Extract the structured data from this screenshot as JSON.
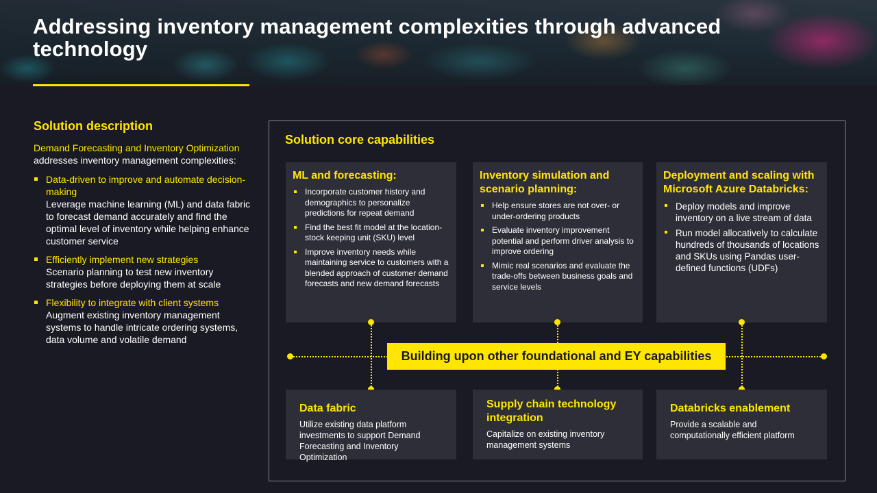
{
  "header": {
    "title": "Addressing inventory management complexities through advanced technology"
  },
  "solution": {
    "heading": "Solution description",
    "intro_highlight": "Demand Forecasting and Inventory Optimization",
    "intro_rest": " addresses inventory management complexities:",
    "items": [
      {
        "title": "Data-driven to improve and automate decision-making",
        "text": "Leverage machine learning (ML) and data fabric to forecast demand accurately and find the optimal level of inventory while helping enhance customer service"
      },
      {
        "title": "Efficiently implement new strategies",
        "text": "Scenario planning to test new inventory strategies before deploying them at scale"
      },
      {
        "title": "Flexibility to integrate with client systems",
        "text": "Augment existing inventory management systems to handle intricate ordering systems, data volume and volatile demand"
      }
    ]
  },
  "capabilities": {
    "heading": "Solution core capabilities",
    "top": [
      {
        "title": "ML and forecasting:",
        "bullets": [
          "Incorporate customer history and demographics to personalize predictions for repeat demand",
          "Find the best fit model at the location-stock keeping unit (SKU) level",
          "Improve inventory needs while maintaining service to customers with a blended approach of customer demand forecasts and new demand forecasts"
        ]
      },
      {
        "title": "Inventory simulation and scenario planning:",
        "bullets": [
          "Help ensure stores are not over- or under-ordering products",
          "Evaluate inventory improvement potential and perform driver analysis to improve ordering",
          "Mimic real scenarios and evaluate the trade-offs between business goals and service levels"
        ]
      },
      {
        "title": "Deployment and scaling with Microsoft Azure Databricks:",
        "bullets": [
          "Deploy models and improve inventory on a live stream of data",
          "Run model allocatively to calculate hundreds of thousands of locations and SKUs using Pandas user-defined functions (UDFs)"
        ]
      }
    ],
    "banner": "Building upon other foundational and EY capabilities",
    "bottom": [
      {
        "title": "Data fabric",
        "text": "Utilize existing data platform investments to support Demand Forecasting and Inventory Optimization"
      },
      {
        "title": "Supply chain technology integration",
        "text": "Capitalize on existing inventory management systems"
      },
      {
        "title": "Databricks enablement",
        "text": "Provide a scalable and computationally efficient platform"
      }
    ]
  },
  "colors": {
    "accent": "#ffe600",
    "background": "#1a1a24",
    "card": "#2e2e38"
  }
}
